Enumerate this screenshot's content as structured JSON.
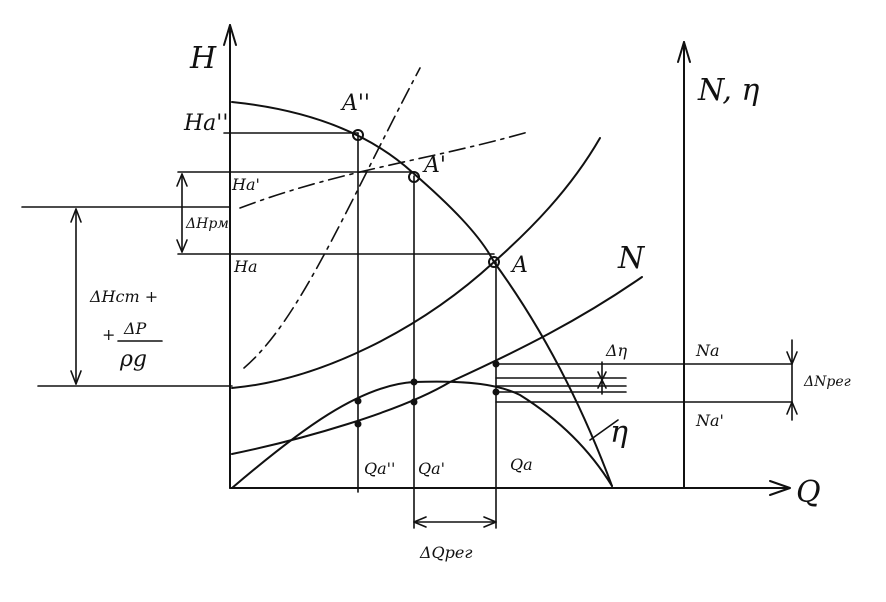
{
  "axes": {
    "head_axis": "H",
    "flow_axis": "Q",
    "power_eff_axis": "N, η"
  },
  "operating_points": [
    "A''",
    "A'",
    "A"
  ],
  "head_levels": [
    "Ha''",
    "Ha'",
    "Ha"
  ],
  "flow_levels": [
    "Qa''",
    "Qa'",
    "Qa"
  ],
  "curves": {
    "power": "N",
    "efficiency": "η"
  },
  "power_levels": [
    "Na",
    "Na'"
  ],
  "deltas": {
    "head_control": "ΔHрм",
    "static_head_1": "ΔHст +",
    "static_head_2": "+",
    "pressure_num": "ΔP",
    "pressure_den": "ρg",
    "efficiency": "Δη",
    "power_control": "ΔNрег",
    "flow_control": "ΔQрег"
  },
  "colors": {
    "ink": "#111111",
    "paper": "#ffffff"
  }
}
